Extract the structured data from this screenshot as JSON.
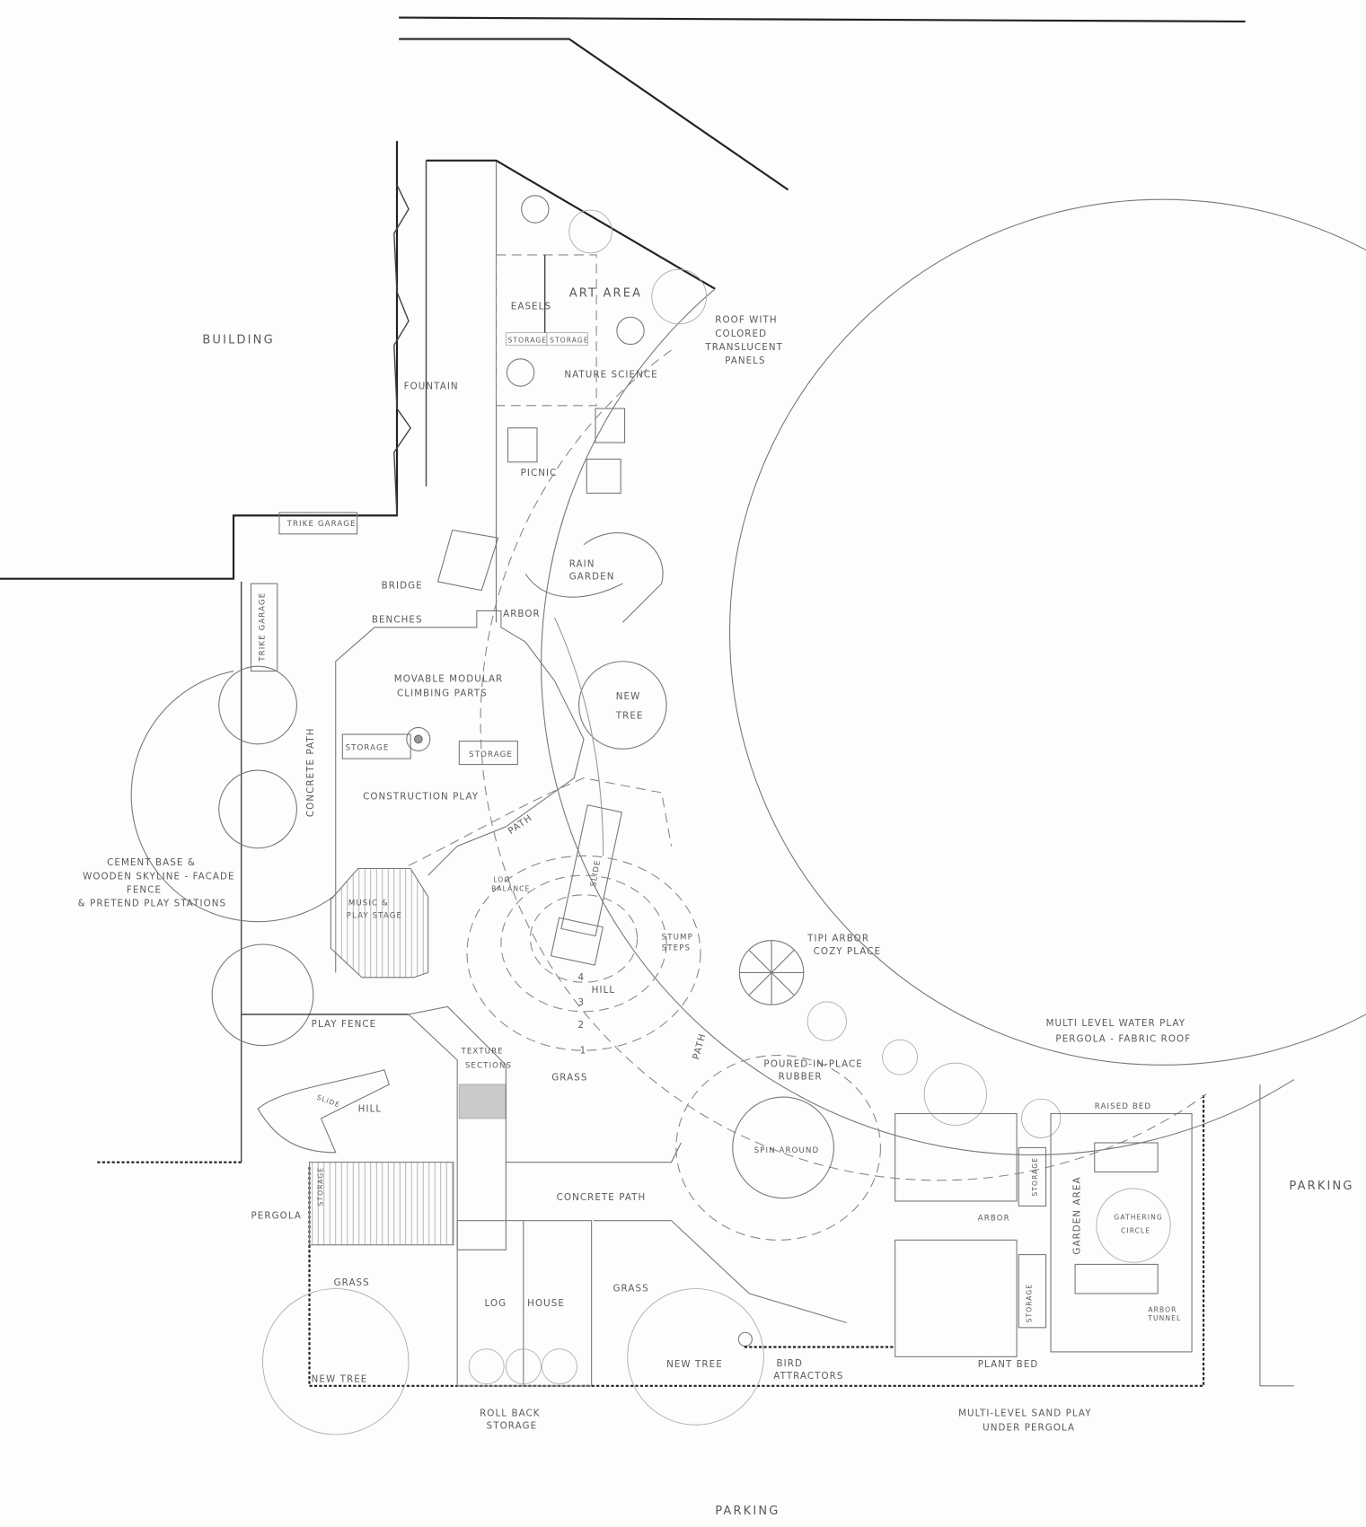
{
  "labels": {
    "building": "BUILDING",
    "fountain": "FOUNTAIN",
    "easels": "EASELS",
    "storage_art_1": "STORAGE",
    "storage_art_2": "STORAGE",
    "art_area": "ART AREA",
    "nature_science": "NATURE SCIENCE",
    "roof_note": [
      "ROOF WITH",
      "COLORED",
      "TRANSLUCENT",
      "PANELS"
    ],
    "picnic": "PICNIC",
    "trike_garage_top": "TRIKE GARAGE",
    "bridge": "BRIDGE",
    "rain_garden": [
      "RAIN",
      "GARDEN"
    ],
    "benches": "BENCHES",
    "arbor_top": "ARBOR",
    "modular": [
      "MOVABLE MODULAR",
      "CLIMBING PARTS"
    ],
    "new_tree_mid": [
      "NEW",
      "TREE"
    ],
    "trike_garage_side": "TRIKE GARAGE",
    "concrete_path_side": "CONCRETE PATH",
    "storage_c1": "STORAGE",
    "storage_c2": "STORAGE",
    "construction_play": "CONSTRUCTION PLAY",
    "path_1": "PATH",
    "cement_note": [
      "CEMENT BASE &",
      "WOODEN SKYLINE - FACADE",
      "FENCE",
      "& PRETEND PLAY STATIONS"
    ],
    "music_stage": [
      "MUSIC &",
      "PLAY STAGE"
    ],
    "log_balance": [
      "LOG",
      "BALANCE"
    ],
    "slide_hill": "SLIDE",
    "stump_steps": [
      "STUMP",
      "STEPS"
    ],
    "tipi": [
      "TIPI ARBOR",
      "COZY PLACE"
    ],
    "hill": "HILL",
    "contours": [
      "4",
      "3",
      "2",
      "1"
    ],
    "play_fence": "PLAY FENCE",
    "water_play": [
      "MULTI LEVEL WATER PLAY",
      "PERGOLA - FABRIC ROOF"
    ],
    "texture": [
      "TEXTURE",
      "SECTIONS"
    ],
    "rubber": [
      "POURED-IN-PLACE",
      "RUBBER"
    ],
    "grass_mid": "GRASS",
    "path_2": "PATH",
    "slide_small": "SLIDE",
    "hill_small": "HILL",
    "raised_bed": "RAISED BED",
    "spin_around": "SPIN AROUND",
    "parking_right": "PARKING",
    "storage_g1": "STORAGE",
    "arbor_g": "ARBOR",
    "garden_area": "GARDEN AREA",
    "gathering": [
      "GATHERING",
      "CIRCLE"
    ],
    "concrete_path": "CONCRETE PATH",
    "storage_pergola": "STORAGE",
    "pergola": "PERGOLA",
    "grass_left": "GRASS",
    "log_house": [
      "LOG",
      "HOUSE"
    ],
    "grass_right": "GRASS",
    "storage_g2": "STORAGE",
    "arbor_tunnel": [
      "ARBOR",
      "TUNNEL"
    ],
    "new_tree_left": "NEW TREE",
    "new_tree_right": "NEW TREE",
    "bird": [
      "BIRD",
      "ATTRACTORS"
    ],
    "plant_bed": "PLANT BED",
    "roll_back": [
      "ROLL BACK",
      "STORAGE"
    ],
    "sand_play": [
      "MULTI-LEVEL SAND PLAY",
      "UNDER PERGOLA"
    ],
    "parking_bottom": "PARKING"
  }
}
